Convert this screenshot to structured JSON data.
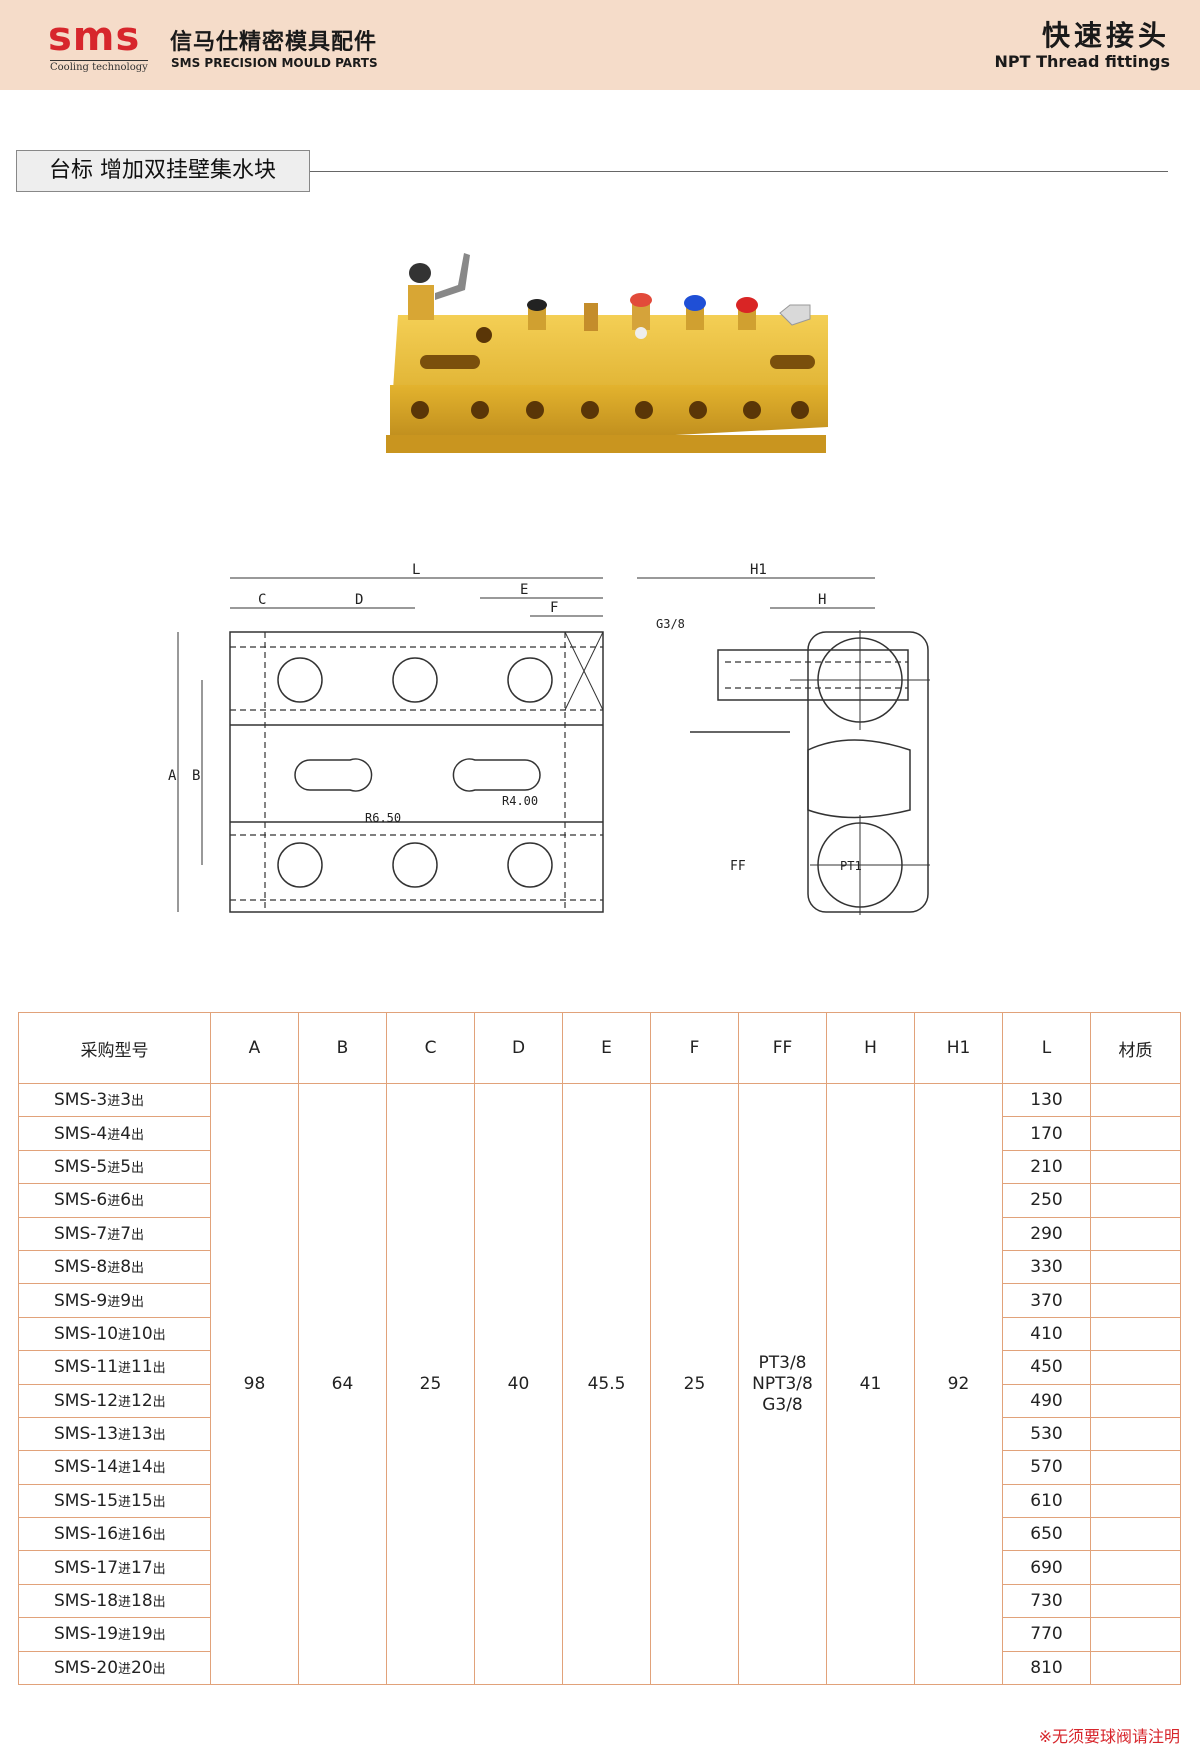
{
  "header": {
    "logo_text": "sms",
    "logo_sub": "Cooling technology",
    "company_cn": "信马仕精密模具配件",
    "company_en": "SMS PRECISION MOULD PARTS",
    "category_cn": "快速接头",
    "category_en": "NPT Thread fittings"
  },
  "section": {
    "title": "台标 增加双挂壁集水块"
  },
  "drawing": {
    "labels": {
      "L": "L",
      "C": "C",
      "D": "D",
      "E": "E",
      "F": "F",
      "A": "A",
      "B": "B",
      "R1": "R6.50",
      "R2": "R4.00",
      "H1": "H1",
      "H": "H",
      "G": "G3/8",
      "FF": "FF",
      "PT": "PT1"
    }
  },
  "table": {
    "headers": [
      "采购型号",
      "A",
      "B",
      "C",
      "D",
      "E",
      "F",
      "FF",
      "H",
      "H1",
      "L",
      "材质"
    ],
    "shared": {
      "A": "98",
      "B": "64",
      "C": "25",
      "D": "40",
      "E": "45.5",
      "F": "25",
      "FF_1": "PT3/8",
      "FF_2": "NPT3/8",
      "FF_3": "G3/8",
      "H": "41",
      "H1": "92"
    },
    "rows": [
      {
        "model_a": "SMS-3",
        "in": "进",
        "mid": "3",
        "out": "出",
        "L": "130"
      },
      {
        "model_a": "SMS-4",
        "in": "进",
        "mid": "4",
        "out": "出",
        "L": "170"
      },
      {
        "model_a": "SMS-5",
        "in": "进",
        "mid": "5",
        "out": "出",
        "L": "210"
      },
      {
        "model_a": "SMS-6",
        "in": "进",
        "mid": "6",
        "out": "出",
        "L": "250"
      },
      {
        "model_a": "SMS-7",
        "in": "进",
        "mid": "7",
        "out": "出",
        "L": "290"
      },
      {
        "model_a": "SMS-8",
        "in": "进",
        "mid": "8",
        "out": "出",
        "L": "330"
      },
      {
        "model_a": "SMS-9",
        "in": "进",
        "mid": "9",
        "out": "出",
        "L": "370"
      },
      {
        "model_a": "SMS-10",
        "in": "进",
        "mid": "10",
        "out": "出",
        "L": "410"
      },
      {
        "model_a": "SMS-11",
        "in": "进",
        "mid": "11",
        "out": "出",
        "L": "450"
      },
      {
        "model_a": "SMS-12",
        "in": "进",
        "mid": "12",
        "out": "出",
        "L": "490"
      },
      {
        "model_a": "SMS-13",
        "in": "进",
        "mid": "13",
        "out": "出",
        "L": "530"
      },
      {
        "model_a": "SMS-14",
        "in": "进",
        "mid": "14",
        "out": "出",
        "L": "570"
      },
      {
        "model_a": "SMS-15",
        "in": "进",
        "mid": "15",
        "out": "出",
        "L": "610"
      },
      {
        "model_a": "SMS-16",
        "in": "进",
        "mid": "16",
        "out": "出",
        "L": "650"
      },
      {
        "model_a": "SMS-17",
        "in": "进",
        "mid": "17",
        "out": "出",
        "L": "690"
      },
      {
        "model_a": "SMS-18",
        "in": "进",
        "mid": "18",
        "out": "出",
        "L": "730"
      },
      {
        "model_a": "SMS-19",
        "in": "进",
        "mid": "19",
        "out": "出",
        "L": "770"
      },
      {
        "model_a": "SMS-20",
        "in": "进",
        "mid": "20",
        "out": "出",
        "L": "810"
      }
    ]
  },
  "footnote": "※无须要球阀请注明",
  "colors": {
    "header_bg": "#f5dcc9",
    "brand_red": "#d7262c",
    "table_border": "#e1a27a",
    "brass": "#d9a929"
  }
}
